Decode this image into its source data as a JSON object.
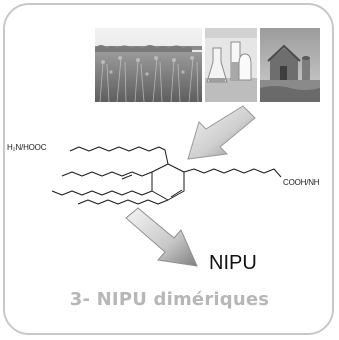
{
  "molecule": {
    "left_end_label": "H₂N/HOOC",
    "right_end_label": "COOH/NH"
  },
  "product_label": "NIPU",
  "caption": "3- NIPU dimériques",
  "photos": {
    "icons": [
      "field-photo-icon",
      "lab-glassware-photo-icon",
      "farm-building-photo-icon"
    ]
  }
}
